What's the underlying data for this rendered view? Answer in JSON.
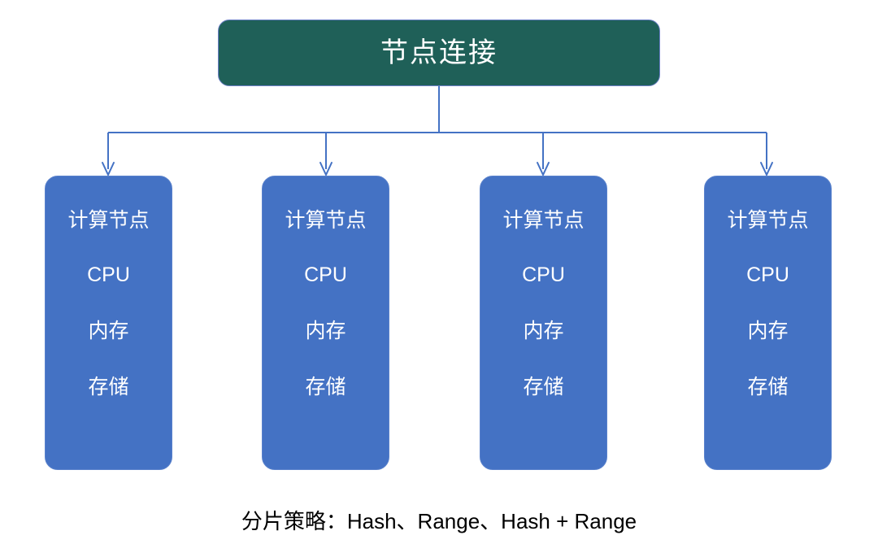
{
  "diagram": {
    "type": "tree-hierarchy",
    "background_color": "#ffffff",
    "root": {
      "label": "节点连接",
      "fill_color": "#1F6058",
      "text_color": "#ffffff",
      "border_color": "#6a7fc4"
    },
    "connector": {
      "color": "#4472C4",
      "style": "elbow-with-arrowheads",
      "branch_count": 4
    },
    "nodes": [
      {
        "id": "compute-node-1",
        "title": "计算节点",
        "specs": [
          "CPU",
          "内存",
          "存储"
        ],
        "fill_color": "#4472C4",
        "text_color": "#ffffff"
      },
      {
        "id": "compute-node-2",
        "title": "计算节点",
        "specs": [
          "CPU",
          "内存",
          "存储"
        ],
        "fill_color": "#4472C4",
        "text_color": "#ffffff"
      },
      {
        "id": "compute-node-3",
        "title": "计算节点",
        "specs": [
          "CPU",
          "内存",
          "存储"
        ],
        "fill_color": "#4472C4",
        "text_color": "#ffffff"
      },
      {
        "id": "compute-node-4",
        "title": "计算节点",
        "specs": [
          "CPU",
          "内存",
          "存储"
        ],
        "fill_color": "#4472C4",
        "text_color": "#ffffff"
      }
    ],
    "caption": {
      "text": "分片策略：Hash、Range、Hash + Range",
      "text_color": "#000000"
    }
  }
}
